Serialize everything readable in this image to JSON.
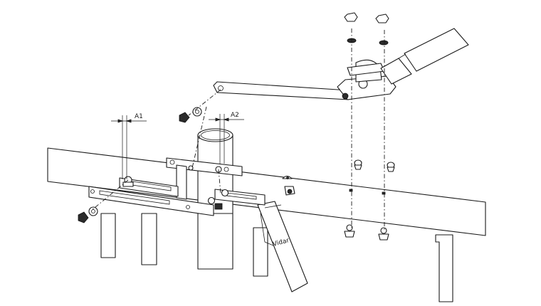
{
  "figure": {
    "dimension_labels": {
      "a1": "A1",
      "a2": "A2"
    },
    "decal_text": "Vidar"
  }
}
